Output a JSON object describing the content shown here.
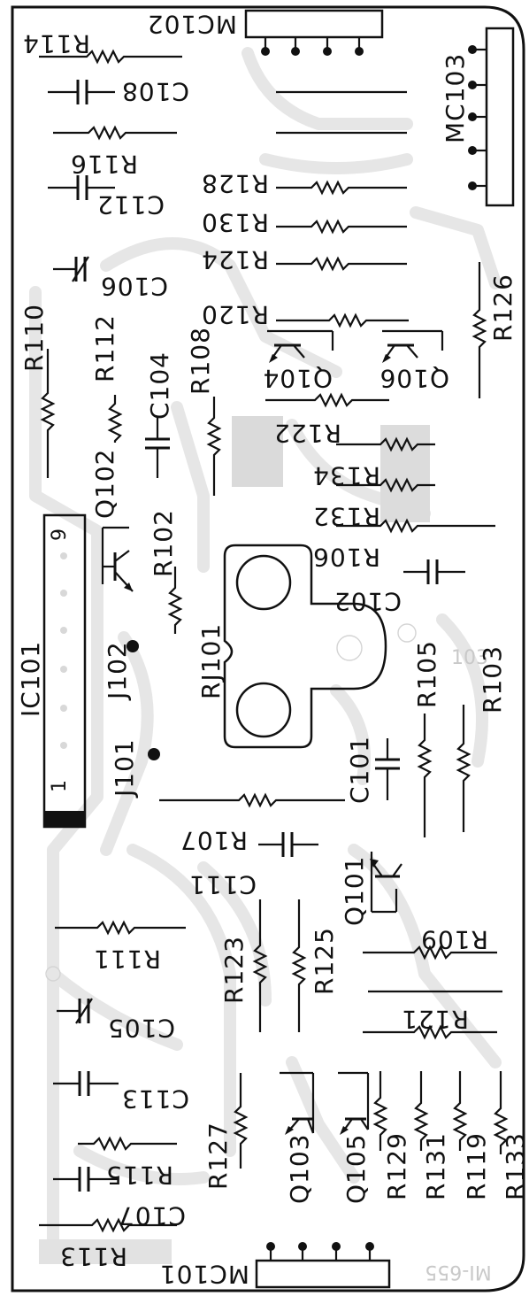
{
  "board_label": "MI-655",
  "connectors": {
    "mc101": "MC101",
    "mc102": "MC102",
    "mc103": "MC103",
    "j101": "J101",
    "j102": "J102",
    "rj101": "RJ101"
  },
  "ic": {
    "ic101": "IC101",
    "pin_1": "1",
    "pin_9": "9"
  },
  "resistors": {
    "r102": "R102",
    "r103": "R103",
    "r105": "R105",
    "r106": "R106",
    "r107": "R107",
    "r108": "R108",
    "r109": "R109",
    "r110": "R110",
    "r111": "R111",
    "r112": "R112",
    "r113": "R113",
    "r114": "R114",
    "r115": "R115",
    "r116": "R116",
    "r119": "R119",
    "r120": "R120",
    "r121": "R121",
    "r122": "R122",
    "r123": "R123",
    "r124": "R124",
    "r125": "R125",
    "r126": "R126",
    "r127": "R127",
    "r128": "R128",
    "r129": "R129",
    "r130": "R130",
    "r131": "R131",
    "r132": "R132",
    "r133": "R133",
    "r134": "R134"
  },
  "capacitors": {
    "c101": "C101",
    "c102": "C102",
    "c104": "C104",
    "c105": "C105",
    "c106": "C106",
    "c107": "C107",
    "c108": "C108",
    "c111": "C111",
    "c112": "C112",
    "c113": "C113"
  },
  "transistors": {
    "q101": "Q101",
    "q102": "Q102",
    "q103": "Q103",
    "q104": "Q104",
    "q105": "Q105",
    "q106": "Q106"
  },
  "colors": {
    "ink": "#111111",
    "trace": "#e6e6e6",
    "background": "#ffffff"
  }
}
